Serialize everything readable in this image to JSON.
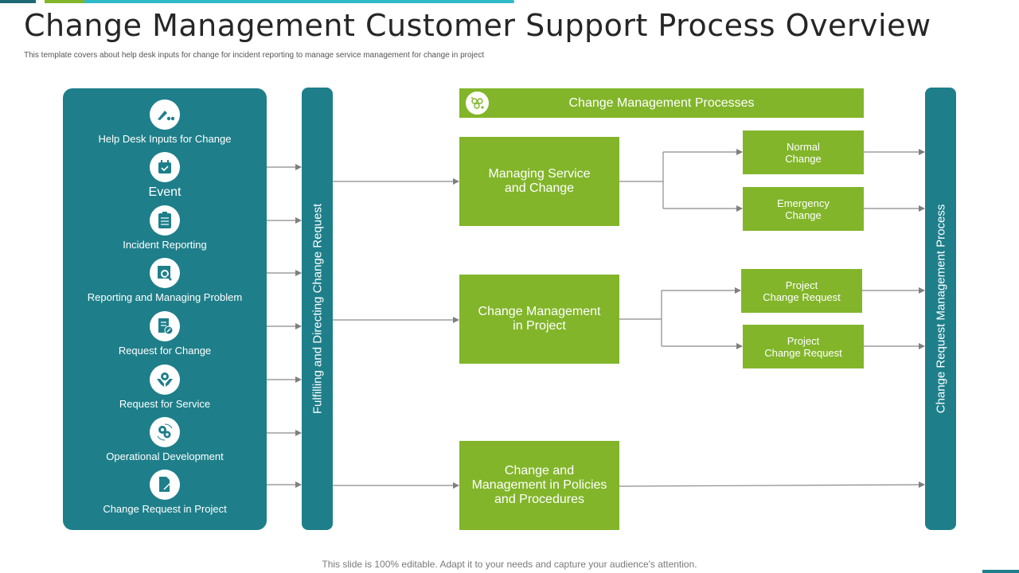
{
  "colors": {
    "teal": "#1e7f8a",
    "green": "#82b52a",
    "cyan": "#2fb9c9",
    "dark_teal": "#1d6a74",
    "arrow": "#7f7f7f"
  },
  "header": {
    "title": "Change Management Customer Support Process Overview",
    "subtitle": "This template covers about help desk inputs for change for incident reporting to manage service management for change in project"
  },
  "left_panel": {
    "heading": {
      "label": "Help Desk Inputs for Change",
      "icon": "pencil-dots-icon"
    },
    "items": [
      {
        "label": "Event",
        "icon": "calendar-check-icon"
      },
      {
        "label": "Incident Reporting",
        "icon": "clipboard-list-icon"
      },
      {
        "label": "Reporting and Managing Problem",
        "icon": "report-magnifier-icon"
      },
      {
        "label": "Request for Change",
        "icon": "document-edit-icon"
      },
      {
        "label": "Request for Service",
        "icon": "hands-gear-icon"
      },
      {
        "label": "Operational Development",
        "icon": "gears-cycle-icon"
      },
      {
        "label": "Change Request in Project",
        "icon": "document-pen-icon"
      }
    ]
  },
  "middle_bar": {
    "label": "Fulfilling and Directing Change Request"
  },
  "right_bar": {
    "label": "Change Request Management Process"
  },
  "process_header": {
    "label": "Change Management Processes",
    "icon": "process-network-icon"
  },
  "processes": [
    {
      "label": "Managing Service\nand Change",
      "outputs": [
        "Normal\nChange",
        "Emergency\nChange"
      ]
    },
    {
      "label": "Change Management\nin Project",
      "outputs": [
        "Project\nChange Request",
        "Project\nChange Request"
      ]
    },
    {
      "label": "Change and\nManagement in Policies\nand Procedures",
      "outputs": []
    }
  ],
  "footer": {
    "text": "This slide is 100% editable. Adapt it to your needs and capture your audience's attention."
  }
}
